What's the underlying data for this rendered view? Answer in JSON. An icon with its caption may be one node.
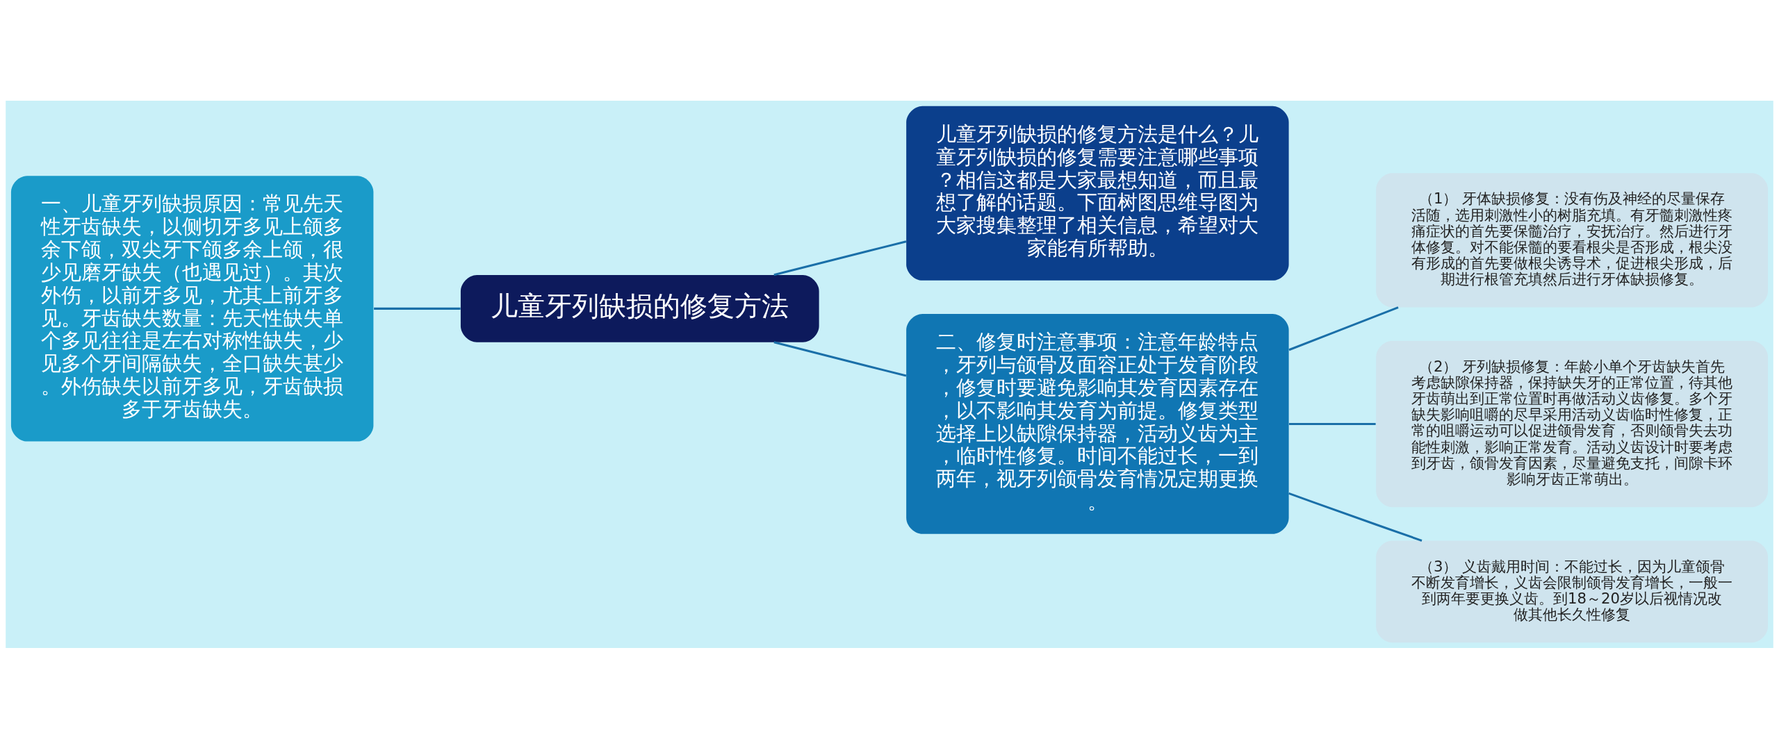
{
  "diagram": {
    "nodes": [
      {
        "text": [
          "儿童牙列缺损的修复方法"
        ]
      },
      {
        "text": [
          "一、儿童牙列缺损原因：常见先天性牙齿缺失，以侧切牙多见上颌多余下颌，双尖牙下颌多余上颌，很少见磨牙缺失（也遇见过）。其次外伤，以前牙多见，尤其上前牙多见。牙齿缺失数量：先天性缺失单个多见往往是左右对称性缺失，少见多个牙间隔缺失，全口缺失甚少。外伤缺失以前牙多见，牙齿缺损多于牙齿缺失。"
        ]
      },
      {
        "text": [
          "儿童牙列缺损的修复方法是什么？儿童牙列缺损的修复需要注意哪些事项？相信这都是大家最想知道，而且最想了解的话题。下面树图思维导图为大家搜集整理了相关信息，希望对大家能有所帮助。"
        ]
      },
      {
        "text": [
          "二、修复时注意事项：注意年龄特点，牙列与颌骨及面容正处于发育阶段，修复时要避免影响其发育因素存在，以不影响其发育为前提。修复类型选择上以缺隙保持器，活动义齿为主，临时性修复。时间不能过长，一到两年，视牙列颌骨发育情况定期更换。"
        ]
      },
      {
        "text": [
          "（1） 牙体缺损修复：没有伤及神经的尽量保存活随，选用刺激性小的树脂充填。有牙髓刺激性疼痛症状的首先要保髓治疗，安抚治疗。然后进行牙体修复。对不能保髓的要看根尖是否形成，根尖没有形成的首先要做根尖诱导术，促进根尖形成，后期进行根管充填然后进行牙体缺损修复。"
        ]
      },
      {
        "text": [
          "（2） 牙列缺损修复：年龄小单个牙齿缺失首先考虑缺隙保持器，保持缺失牙的正常位置，待其他牙齿萌出到正常位置时再做活动义齿修复。多个牙缺失影响咀嚼的尽早采用活动义齿临时性修复，正常的咀嚼运动可以促进颌骨发育，否则颌骨失去功能性刺激，影响正常发育。活动义齿设计时要考虑到牙齿，颌骨发育因素，尽量避免支托，间隙卡环影响牙齿正常萌出。"
        ]
      },
      {
        "text": [
          "（3） 义齿戴用时间：不能过长，因为儿童颌骨不断发育增长，义齿会限制颌骨发育增长，一般一到两年要更换义齿。到18～20岁以后视情况改做其他长久性修复"
        ]
      }
    ],
    "edges": [
      {
        "from": 0,
        "to": 1,
        "arrow": "none"
      },
      {
        "from": 0,
        "to": 2,
        "arrow": "none"
      },
      {
        "from": 0,
        "to": 3,
        "arrow": "none"
      },
      {
        "from": 3,
        "to": 4,
        "arrow": "none"
      },
      {
        "from": 3,
        "to": 5,
        "arrow": "none"
      },
      {
        "from": 3,
        "to": 6,
        "arrow": "none"
      }
    ]
  }
}
